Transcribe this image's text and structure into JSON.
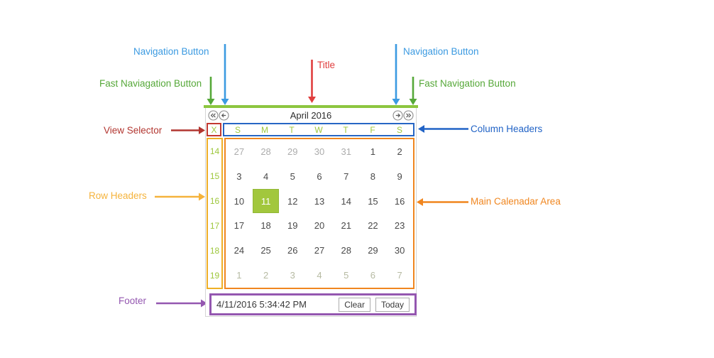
{
  "annotations": {
    "nav_button_left": {
      "label": "Navigation Button",
      "color": "#3B9AE1"
    },
    "fast_nav_left": {
      "label": "Fast Naviagation Button",
      "color": "#56A839"
    },
    "title_label": {
      "label": "Title",
      "color": "#E03E3E"
    },
    "nav_button_right": {
      "label": "Navigation Button",
      "color": "#3B9AE1"
    },
    "fast_nav_right": {
      "label": "Fast Navigation Button",
      "color": "#56A839"
    },
    "view_selector": {
      "label": "View Selector",
      "color": "#B23630"
    },
    "column_headers": {
      "label": "Column Headers",
      "color": "#2163C6"
    },
    "row_headers": {
      "label": "Row Headers",
      "color": "#F5B33C"
    },
    "main_calendar_area": {
      "label": "Main Calenadar Area",
      "color": "#F0861F"
    },
    "footer": {
      "label": "Footer",
      "color": "#9457B0"
    }
  },
  "calendar": {
    "title": "April 2016",
    "view_selector_label": "X",
    "day_headers": [
      "S",
      "M",
      "T",
      "W",
      "T",
      "F",
      "S"
    ],
    "week_numbers": [
      "14",
      "15",
      "16",
      "17",
      "18",
      "19"
    ],
    "selected_day": "11",
    "weeks": [
      [
        {
          "v": "27",
          "s": "prev"
        },
        {
          "v": "28",
          "s": "prev"
        },
        {
          "v": "29",
          "s": "prev"
        },
        {
          "v": "30",
          "s": "prev"
        },
        {
          "v": "31",
          "s": "prev"
        },
        {
          "v": "1",
          "s": "cur"
        },
        {
          "v": "2",
          "s": "cur"
        }
      ],
      [
        {
          "v": "3",
          "s": "cur"
        },
        {
          "v": "4",
          "s": "cur"
        },
        {
          "v": "5",
          "s": "cur"
        },
        {
          "v": "6",
          "s": "cur"
        },
        {
          "v": "7",
          "s": "cur"
        },
        {
          "v": "8",
          "s": "cur"
        },
        {
          "v": "9",
          "s": "cur"
        }
      ],
      [
        {
          "v": "10",
          "s": "cur"
        },
        {
          "v": "11",
          "s": "sel"
        },
        {
          "v": "12",
          "s": "cur"
        },
        {
          "v": "13",
          "s": "cur"
        },
        {
          "v": "14",
          "s": "cur"
        },
        {
          "v": "15",
          "s": "cur"
        },
        {
          "v": "16",
          "s": "cur"
        }
      ],
      [
        {
          "v": "17",
          "s": "cur"
        },
        {
          "v": "18",
          "s": "cur"
        },
        {
          "v": "19",
          "s": "cur"
        },
        {
          "v": "20",
          "s": "cur"
        },
        {
          "v": "21",
          "s": "cur"
        },
        {
          "v": "22",
          "s": "cur"
        },
        {
          "v": "23",
          "s": "cur"
        }
      ],
      [
        {
          "v": "24",
          "s": "cur"
        },
        {
          "v": "25",
          "s": "cur"
        },
        {
          "v": "26",
          "s": "cur"
        },
        {
          "v": "27",
          "s": "cur"
        },
        {
          "v": "28",
          "s": "cur"
        },
        {
          "v": "29",
          "s": "cur"
        },
        {
          "v": "30",
          "s": "cur"
        }
      ],
      [
        {
          "v": "1",
          "s": "next"
        },
        {
          "v": "2",
          "s": "next"
        },
        {
          "v": "3",
          "s": "next"
        },
        {
          "v": "4",
          "s": "next"
        },
        {
          "v": "5",
          "s": "next"
        },
        {
          "v": "6",
          "s": "next"
        },
        {
          "v": "7",
          "s": "next"
        }
      ]
    ],
    "footer": {
      "datetime": "4/11/2016 5:34:42 PM",
      "clear_label": "Clear",
      "today_label": "Today"
    },
    "icons": {
      "fast_prev": "double-chevron-left-circle",
      "prev": "arrow-left-circle",
      "next": "arrow-right-circle",
      "fast_next": "double-chevron-right-circle"
    }
  },
  "palette": {
    "lime_bar": "#8CC63F",
    "lime_text": "#9DC73C",
    "selected_bg": "#A2C73D",
    "selected_border": "#92B837",
    "current_day_text": "#4A4A4A",
    "prev_month_text": "#ACACAC",
    "next_month_text": "#B6BAA2",
    "control_border": "#D4D4D4",
    "view_selector_box": "#C23931",
    "column_headers_box": "#2766C4",
    "row_headers_box": "#EFAF26",
    "main_area_box": "#F0861F",
    "footer_box": "#9457B0"
  }
}
